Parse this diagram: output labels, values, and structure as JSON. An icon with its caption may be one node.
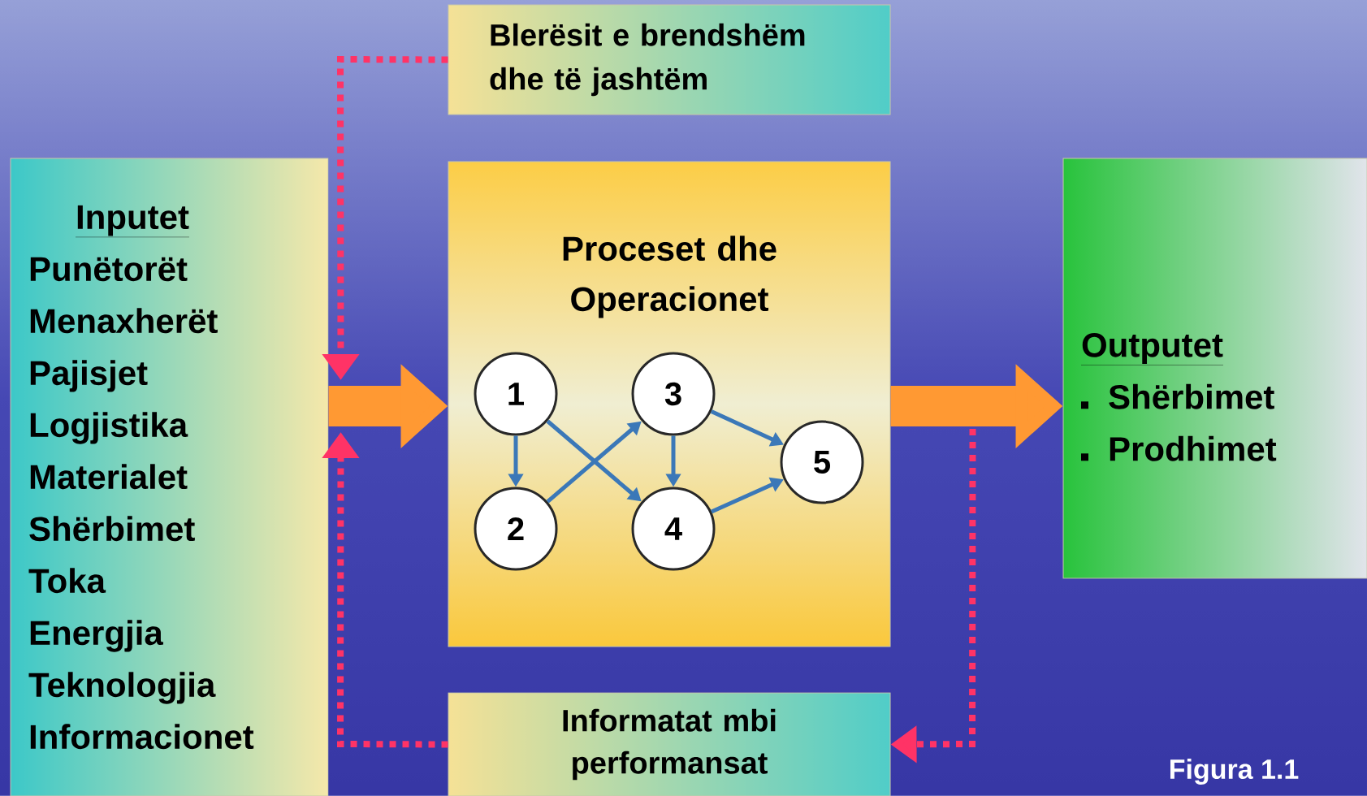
{
  "diagram": {
    "nodes": [
      {
        "text": [
          "Inputet",
          "Punëtorët",
          "Menaxherët",
          "Pajisjet",
          "Logjistika",
          "Materialet",
          "Shërbimet",
          "Toka",
          "Energjia",
          "Teknologjia",
          "Informacionet"
        ]
      },
      {
        "text": [
          "Blerësit e brendshëm dhe të jashtëm"
        ]
      },
      {
        "text": [
          "Proceset dhe Operacionet"
        ]
      },
      {
        "text": [
          "1"
        ],
        "in": 2
      },
      {
        "text": [
          "2"
        ],
        "in": 2
      },
      {
        "text": [
          "3"
        ],
        "in": 2
      },
      {
        "text": [
          "4"
        ],
        "in": 2
      },
      {
        "text": [
          "5"
        ],
        "in": 2
      },
      {
        "text": [
          "Outputet",
          "Shërbimet",
          "Prodhimet"
        ]
      },
      {
        "text": [
          "Informatat mbi performansat"
        ]
      }
    ],
    "edges": [
      {
        "from": 0,
        "to": 2,
        "arrow": "to",
        "style": "thick",
        "color": "#ff9933"
      },
      {
        "from": 2,
        "to": 8,
        "arrow": "to",
        "style": "thick",
        "color": "#ff9933"
      },
      {
        "from": 1,
        "to": 0,
        "arrow": "to",
        "style": "dashed",
        "color": "#ff3366"
      },
      {
        "from": 9,
        "to": 0,
        "arrow": "to",
        "style": "dashed",
        "color": "#ff3366"
      },
      {
        "from": 2,
        "to": 9,
        "arrow": "to",
        "style": "dashed",
        "color": "#ff3366"
      },
      {
        "from": 3,
        "to": 4,
        "arrow": "to"
      },
      {
        "from": 3,
        "to": 6,
        "arrow": "to"
      },
      {
        "from": 4,
        "to": 5,
        "arrow": "to"
      },
      {
        "from": 5,
        "to": 6,
        "arrow": "to"
      },
      {
        "from": 5,
        "to": 7,
        "arrow": "to"
      },
      {
        "from": 6,
        "to": 7,
        "arrow": "to"
      }
    ],
    "labels": [
      "Figura 1.1"
    ]
  }
}
